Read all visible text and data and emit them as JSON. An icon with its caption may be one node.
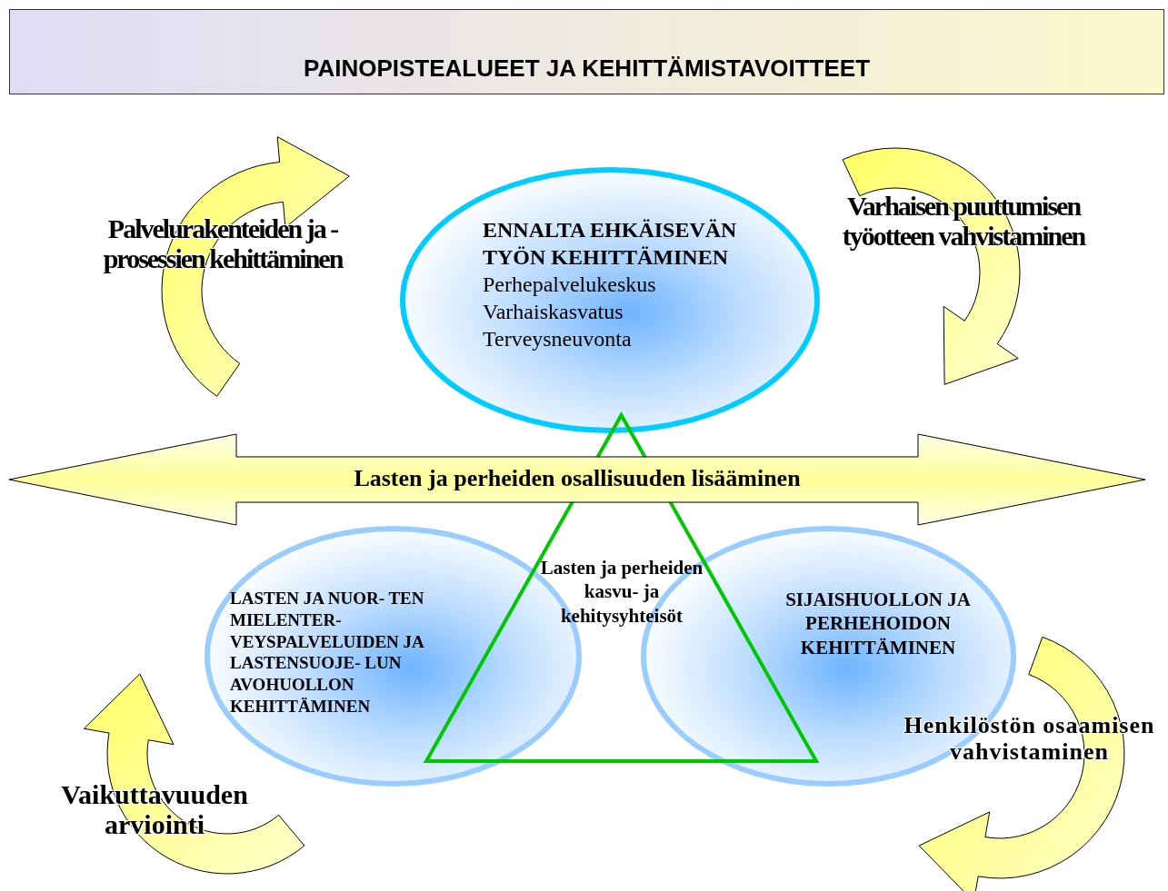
{
  "diagram": {
    "title": "PAINOPISTEALUEET JA KEHITTÄMISTAVOITTEET",
    "nodes": [
      {
        "text": [
          "ENNALTA EHKÄISEVÄN TYÖN KEHITTÄMINEN",
          "Perhepalvelukeskus",
          "Varhaiskasvatus",
          "Terveysneuvonta"
        ]
      },
      {
        "text": [
          "LASTEN JA NUOR- TEN MIELENTER- VEYSPALVELUIDEN JA LASTENSUOJE- LUN AVOHUOLLON KEHITTÄMINEN"
        ]
      },
      {
        "text": [
          "SIJAISHUOLLON JA PERHEHOIDON KEHITTÄMINEN"
        ]
      },
      {
        "text": [
          "Lasten ja perheiden kasvu- ja kehitysyhteisöt"
        ]
      },
      {
        "text": [
          "Lasten ja perheiden osallisuuden lisääminen"
        ]
      }
    ],
    "labels": [
      "Palvelurakenteiden ja -prosessien kehittäminen",
      "Varhaisen puuttumisen työotteen vahvistaminen",
      "Henkilöstön osaamisen vahvistaminen",
      "Vaikuttavuuden arviointi"
    ]
  }
}
